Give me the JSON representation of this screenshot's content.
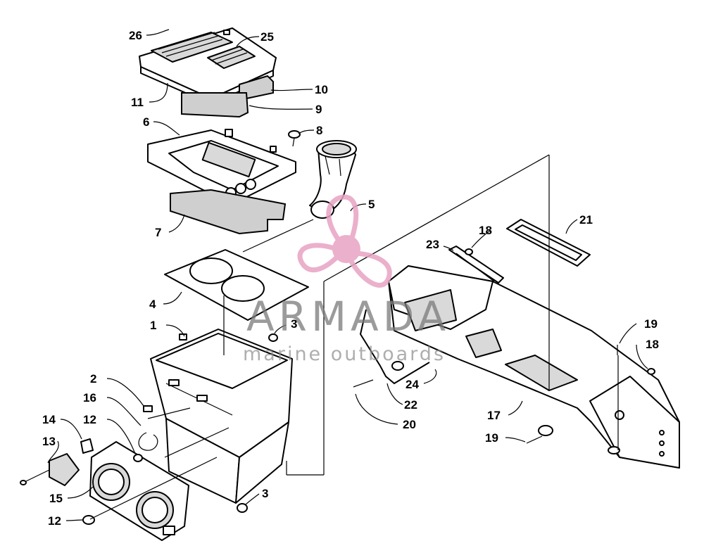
{
  "diagram": {
    "callouts": {
      "n1": "1",
      "n2": "2",
      "n3a": "3",
      "n3b": "3",
      "n4": "4",
      "n5": "5",
      "n6": "6",
      "n7": "7",
      "n8": "8",
      "n9": "9",
      "n10": "10",
      "n11": "11",
      "n12a": "12",
      "n12b": "12",
      "n13": "13",
      "n14": "14",
      "n15": "15",
      "n16": "16",
      "n17": "17",
      "n18a": "18",
      "n18b": "18",
      "n19a": "19",
      "n19b": "19",
      "n20": "20",
      "n21": "21",
      "n22": "22",
      "n23": "23",
      "n24": "24",
      "n25": "25",
      "n26": "26"
    }
  },
  "watermark": {
    "title": "ARMADA",
    "subtitle": "marine outboards",
    "accent_color": "#e8a3c3",
    "title_color": "#7a7a7a"
  }
}
